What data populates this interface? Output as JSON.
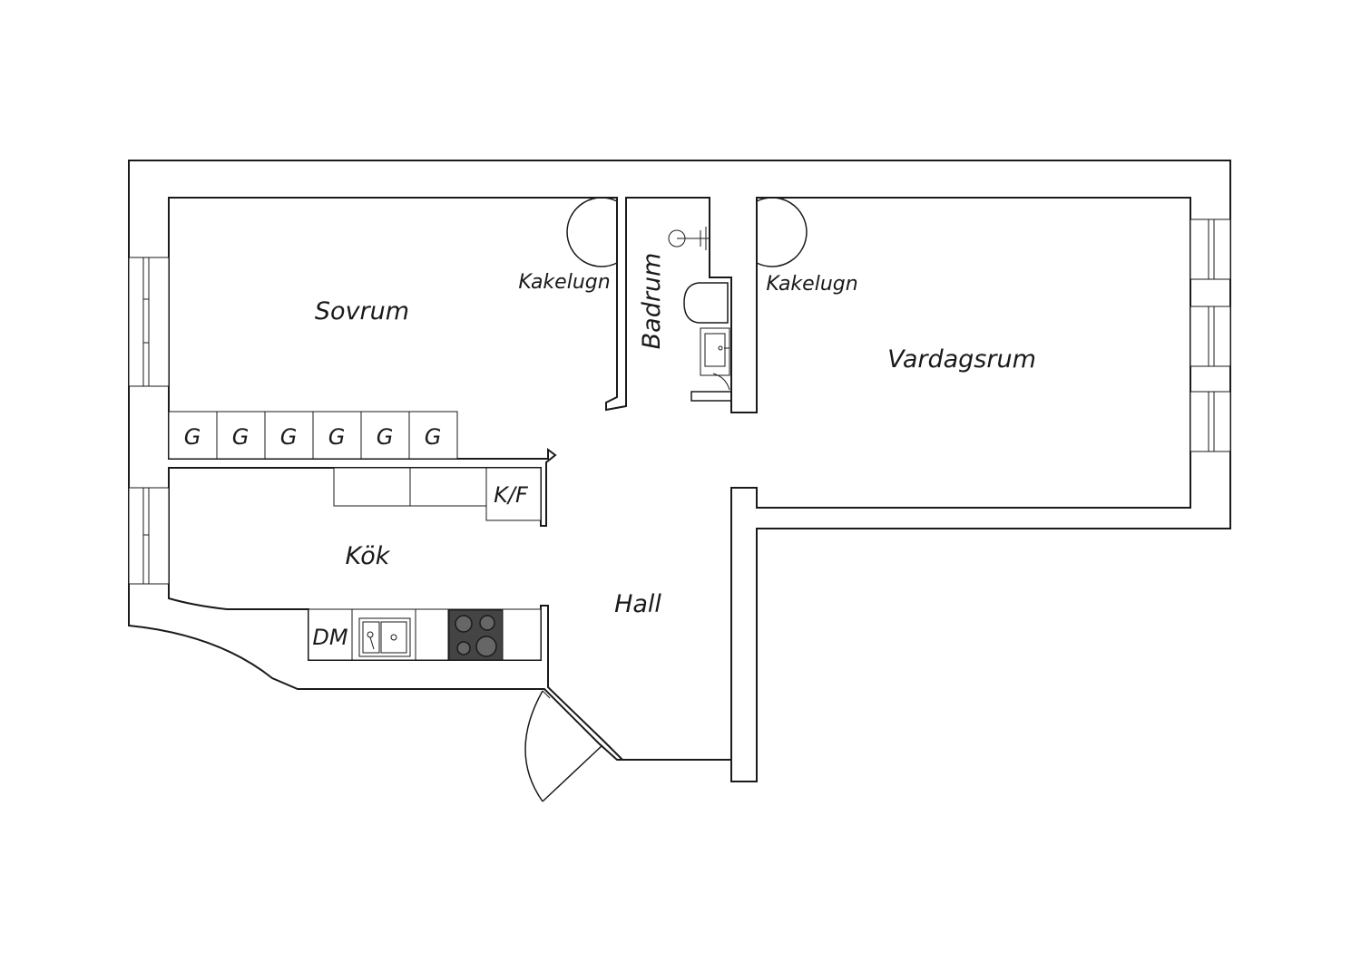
{
  "rooms": {
    "sovrum": "Sovrum",
    "badrum": "Badrum",
    "vardagsrum": "Vardagsrum",
    "kok": "Kök",
    "hall": "Hall"
  },
  "fixtures": {
    "kakelugn_left": "Kakelugn",
    "kakelugn_right": "Kakelugn",
    "wardrobes": [
      "G",
      "G",
      "G",
      "G",
      "G",
      "G"
    ],
    "fridge": "K/F",
    "dishwasher": "DM"
  },
  "colors": {
    "line": "#1a1a1a",
    "background": "#ffffff",
    "stove": "#444444"
  }
}
